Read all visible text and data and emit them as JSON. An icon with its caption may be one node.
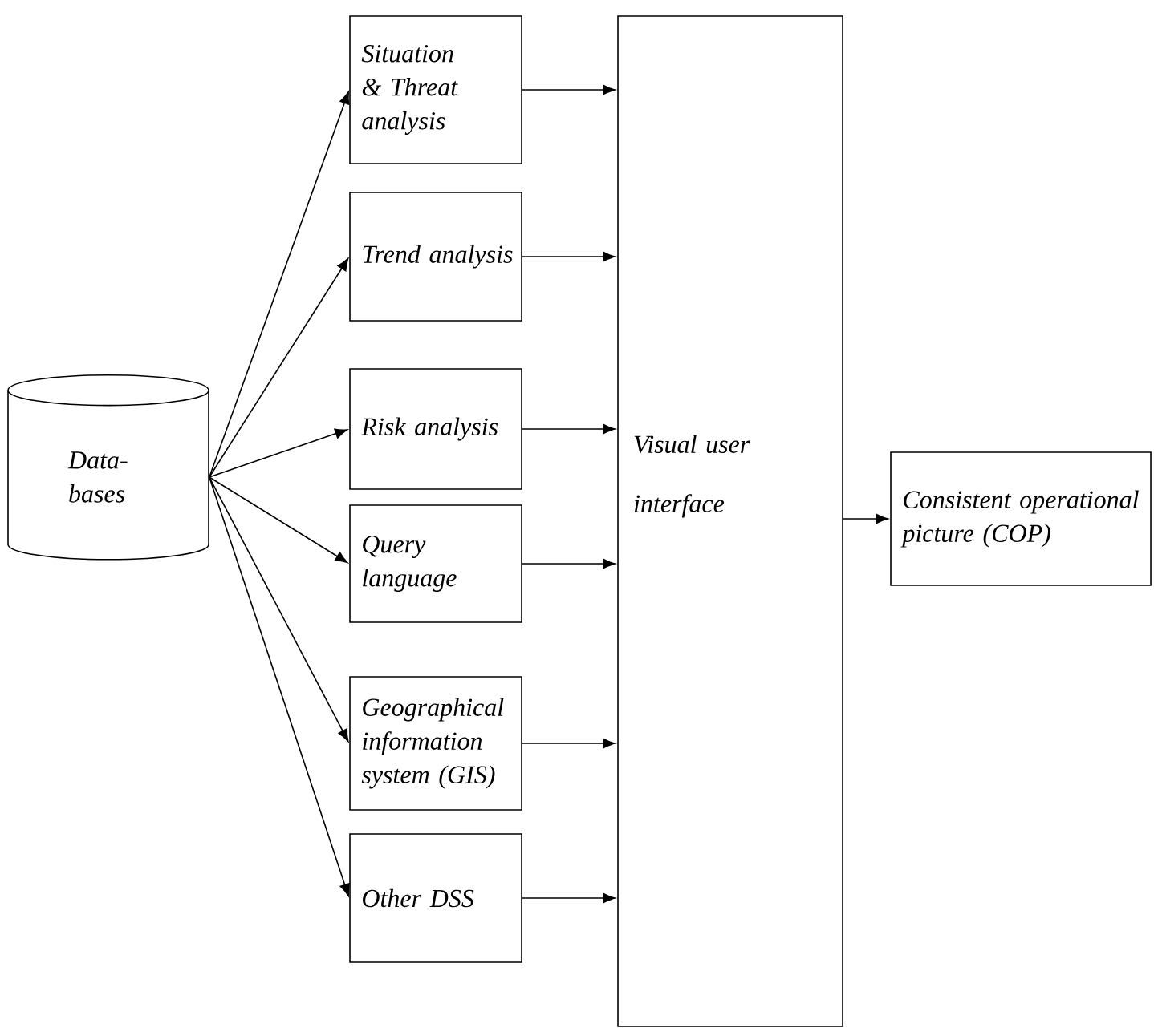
{
  "diagram": {
    "nodes": [
      {
        "text": [
          "Data-bases"
        ]
      },
      {
        "text": [
          "Situation & Threat analysis"
        ]
      },
      {
        "text": [
          "Trend analysis"
        ]
      },
      {
        "text": [
          "Risk analysis"
        ]
      },
      {
        "text": [
          "Query language"
        ]
      },
      {
        "text": [
          "Geographical information system (GIS)"
        ]
      },
      {
        "text": [
          "Other DSS"
        ]
      },
      {
        "text": [
          "Visual user interface"
        ]
      },
      {
        "text": [
          "Consistent operational picture (COP)"
        ]
      }
    ],
    "edges": [
      {
        "from": 0,
        "to": 1,
        "arrow": "to"
      },
      {
        "from": 0,
        "to": 2,
        "arrow": "to"
      },
      {
        "from": 0,
        "to": 3,
        "arrow": "to"
      },
      {
        "from": 0,
        "to": 4,
        "arrow": "to"
      },
      {
        "from": 0,
        "to": 5,
        "arrow": "to"
      },
      {
        "from": 0,
        "to": 6,
        "arrow": "to"
      },
      {
        "from": 1,
        "to": 7,
        "arrow": "to"
      },
      {
        "from": 2,
        "to": 7,
        "arrow": "to"
      },
      {
        "from": 3,
        "to": 7,
        "arrow": "to"
      },
      {
        "from": 4,
        "to": 7,
        "arrow": "to"
      },
      {
        "from": 5,
        "to": 7,
        "arrow": "to"
      },
      {
        "from": 6,
        "to": 7,
        "arrow": "to"
      },
      {
        "from": 7,
        "to": 8,
        "arrow": "to"
      }
    ]
  }
}
